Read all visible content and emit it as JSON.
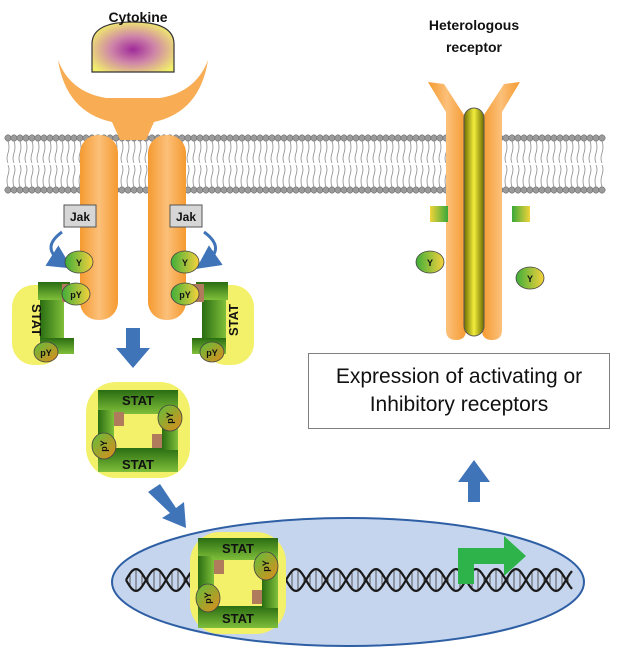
{
  "labels": {
    "cytokine": "Cytokine",
    "heterologous_line1": "Heterologous",
    "heterologous_line2": "receptor",
    "jak": "Jak",
    "stat": "STAT",
    "tyrosine": "Y",
    "phospho_tyrosine": "pY"
  },
  "expression_box": {
    "line1": "Expression of activating or",
    "line2": "Inhibitory receptors"
  },
  "colors": {
    "receptor_orange": "#f7a94d",
    "membrane_gray": "#8c8c8c",
    "stat_yellow": "#f3f06a",
    "stat_green": "#3f8a1e",
    "arrow_blue": "#3f74b8",
    "nucleus_blue": "#c5d5ee",
    "transcription_green": "#2eb34a",
    "jak_gray": "#d6d6d6"
  }
}
